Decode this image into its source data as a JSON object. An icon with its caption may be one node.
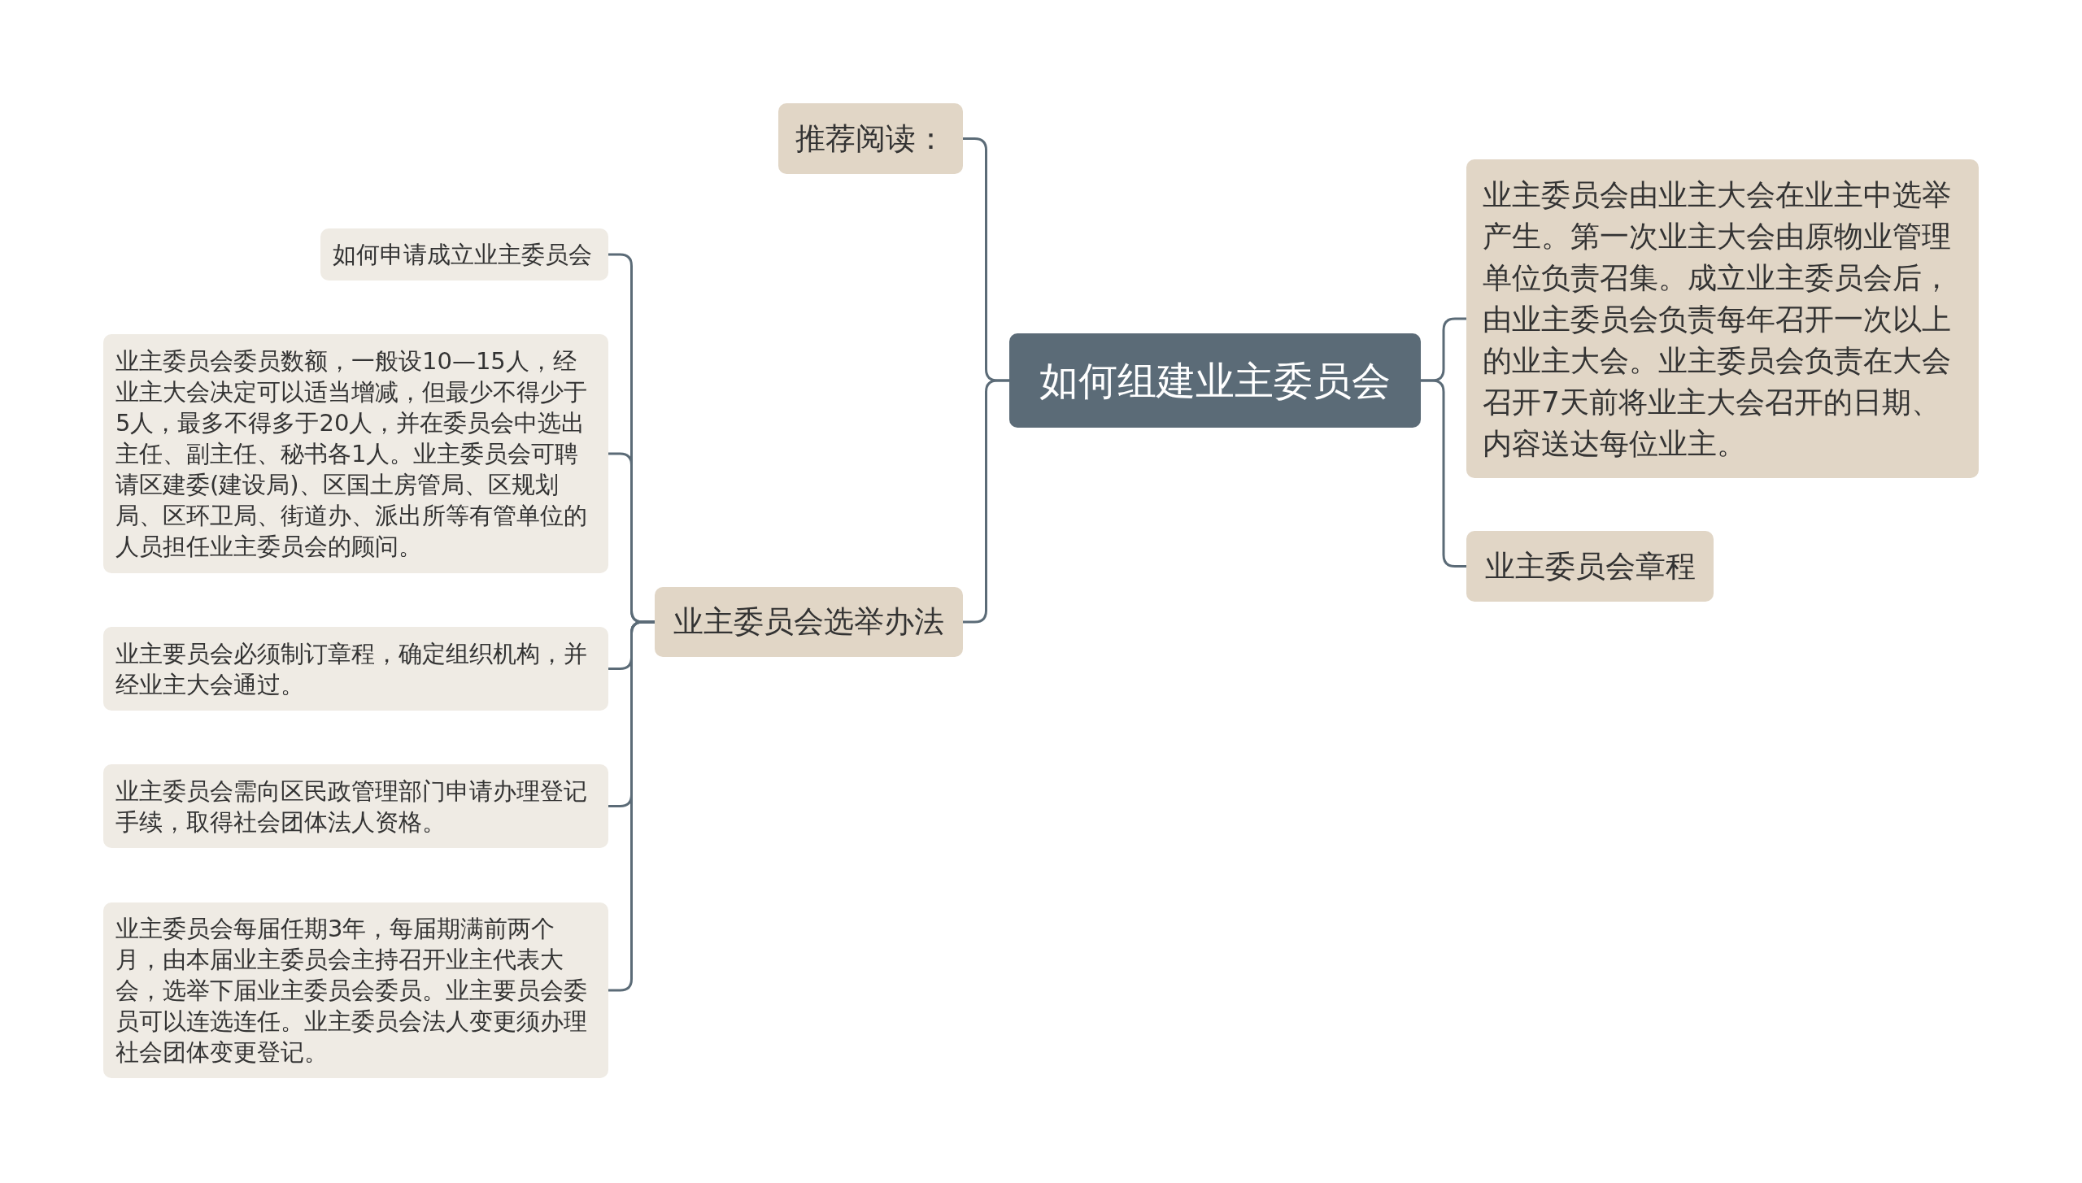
{
  "diagram": {
    "nodes": [
      {
        "text": [
          "如何组建业主委员会"
        ]
      },
      {
        "text": [
          "推荐阅读："
        ]
      },
      {
        "text": [
          "业主委员会选举办法"
        ]
      },
      {
        "text": [
          "如何申请成立业主委员会"
        ]
      },
      {
        "text": [
          "业主委员会委员数额，一般设10—15人，经业主大会决定可以适当增减，但最少不得少于5人，最多不得多于20人，并在委员会中选出主任、副主任、秘书各1人。业主委员会可聘请区建委(建设局)、区国土房管局、区规划局、区环卫局、街道办、派出所等有管单位的人员担任业主委员会的顾问。"
        ]
      },
      {
        "text": [
          "业主要员会必须制订章程，确定组织机构，并经业主大会通过。"
        ]
      },
      {
        "text": [
          "业主委员会需向区民政管理部门申请办理登记手续，取得社会团体法人资格。"
        ]
      },
      {
        "text": [
          "业主委员会每届任期3年，每届期满前两个月，由本届业主委员会主持召开业主代表大会，选举下届业主委员会委员。业主要员会委员可以连选连任。业主委员会法人变更须办理社会团体变更登记。"
        ]
      },
      {
        "text": [
          "业主委员会由业主大会在业主中选举产生。第一次业主大会由原物业管理单位负责召集。成立业主委员会后，由业主委员会负责每年召开一次以上的业主大会。业主委员会负责在大会召开7天前将业主大会召开的日期、内容送达每位业主。"
        ]
      },
      {
        "text": [
          "业主委员会章程"
        ]
      }
    ],
    "edges": [
      {
        "from": 0,
        "to": 1,
        "arrow": "none"
      },
      {
        "from": 0,
        "to": 2,
        "arrow": "none"
      },
      {
        "from": 0,
        "to": 8,
        "arrow": "none"
      },
      {
        "from": 0,
        "to": 9,
        "arrow": "none"
      },
      {
        "from": 2,
        "to": 3,
        "arrow": "none"
      },
      {
        "from": 2,
        "to": 4,
        "arrow": "none"
      },
      {
        "from": 2,
        "to": 5,
        "arrow": "none"
      },
      {
        "from": 2,
        "to": 6,
        "arrow": "none"
      },
      {
        "from": 2,
        "to": 7,
        "arrow": "none"
      }
    ]
  }
}
